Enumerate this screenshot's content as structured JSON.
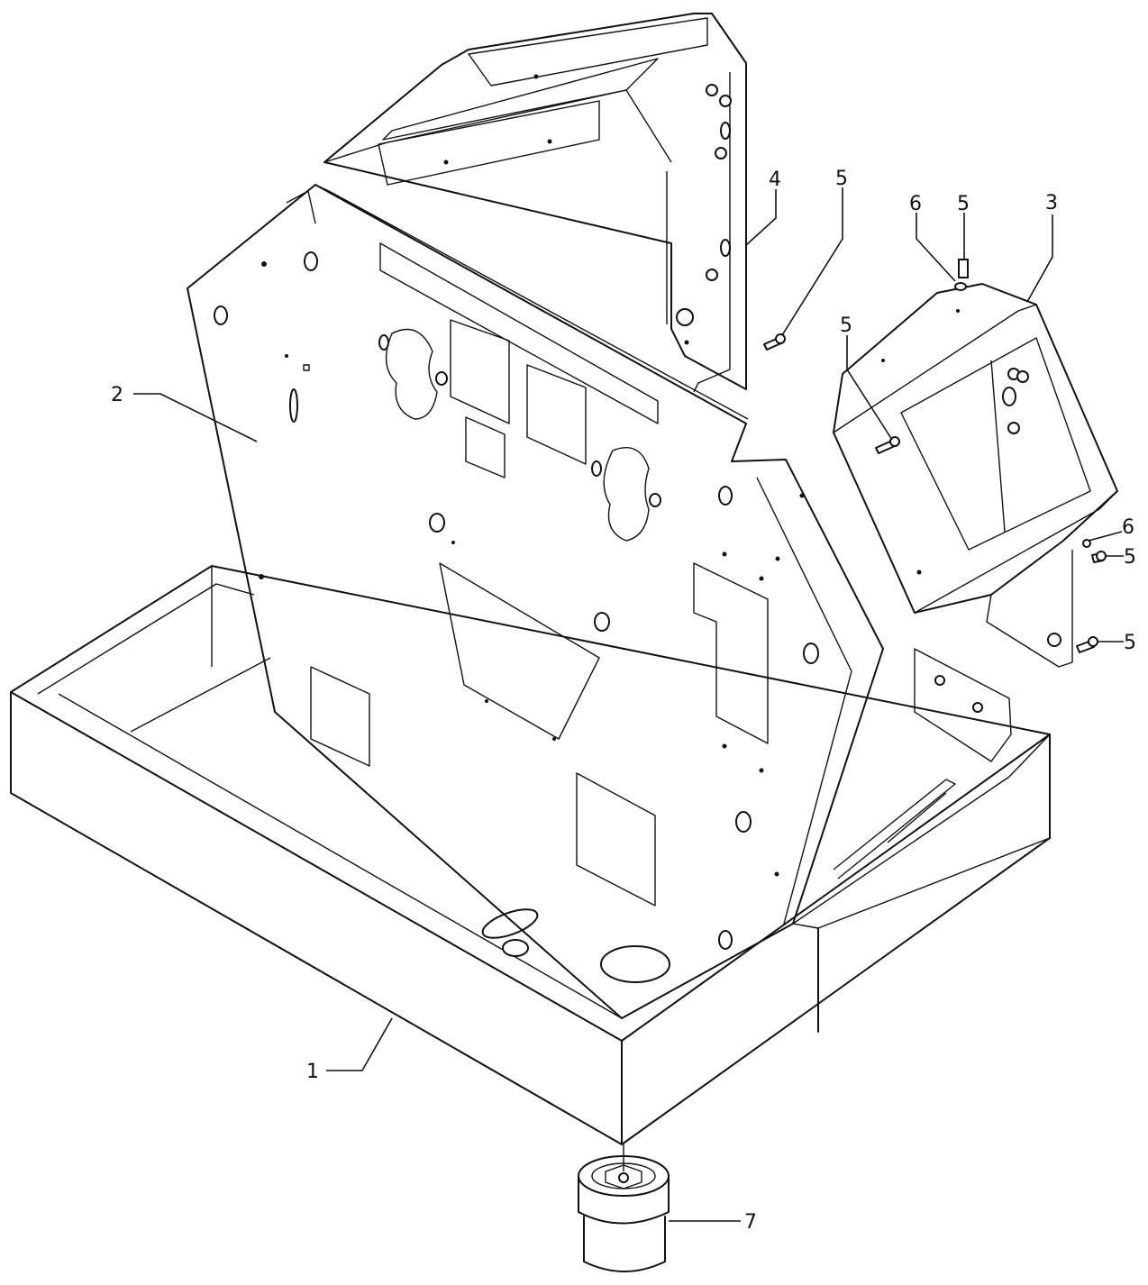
{
  "colors": {
    "line": "#111111",
    "background": "#ffffff"
  },
  "callouts": [
    {
      "id": "part-1",
      "label": "1"
    },
    {
      "id": "part-2",
      "label": "2"
    },
    {
      "id": "part-3",
      "label": "3"
    },
    {
      "id": "part-4",
      "label": "4"
    },
    {
      "id": "part-5-top-left",
      "label": "5"
    },
    {
      "id": "part-5-top-right",
      "label": "5"
    },
    {
      "id": "part-5-panel",
      "label": "5"
    },
    {
      "id": "part-5-side-upper",
      "label": "5"
    },
    {
      "id": "part-5-side-lower",
      "label": "5"
    },
    {
      "id": "part-6-top",
      "label": "6"
    },
    {
      "id": "part-6-side",
      "label": "6"
    },
    {
      "id": "part-7",
      "label": "7"
    }
  ]
}
